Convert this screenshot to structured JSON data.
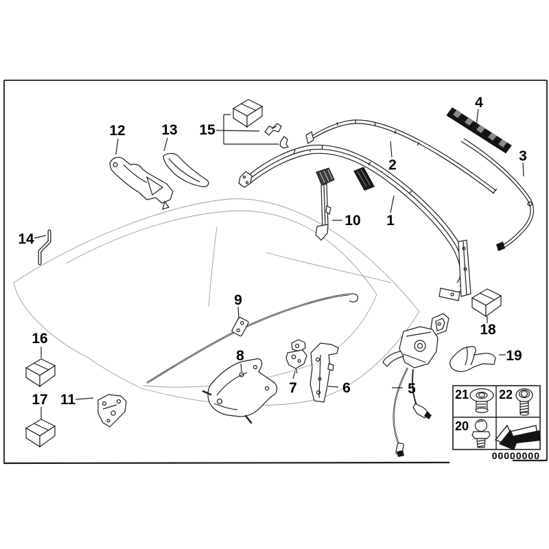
{
  "diagram": {
    "drawing_number": "00000000",
    "callouts": {
      "p1": "1",
      "p2": "2",
      "p3": "3",
      "p4": "4",
      "p5": "5",
      "p6": "6",
      "p7": "7",
      "p8": "8",
      "p9": "9",
      "p10": "10",
      "p11": "11",
      "p12": "12",
      "p13": "13",
      "p14": "14",
      "p15": "15",
      "p16": "16",
      "p17": "17",
      "p18": "18",
      "p19": "19",
      "p20": "20",
      "p21": "21",
      "p22": "22"
    },
    "fastener_table": {
      "icons": [
        "rivet-icon",
        "socket-screw-icon",
        "ball-pin-icon",
        "direction-arrow-icon"
      ]
    },
    "colors": {
      "line": "#1a1a1a",
      "roof_line": "#9b9b9b",
      "background": "#ffffff"
    }
  }
}
